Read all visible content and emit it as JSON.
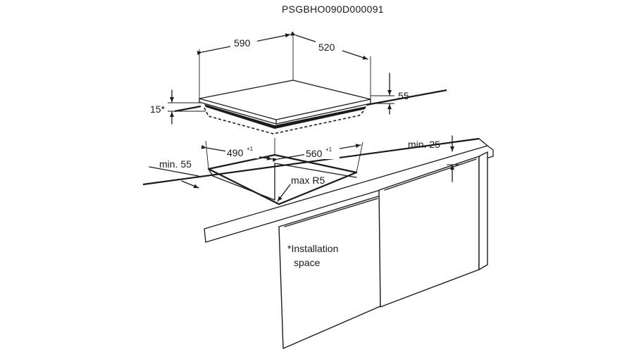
{
  "drawing_code": "PSGBHO090D000091",
  "hob": {
    "width": "590",
    "depth": "520",
    "height": "55",
    "installation_gap": "15*"
  },
  "cutout": {
    "width": "490",
    "width_tolerance": "+1",
    "depth": "560",
    "depth_tolerance": "+1",
    "corner_radius": "max R5",
    "front_distance": "min. 55"
  },
  "cabinet": {
    "back_clearance": "min. 25"
  },
  "note": {
    "line1": "*Installation",
    "line2": "space"
  }
}
